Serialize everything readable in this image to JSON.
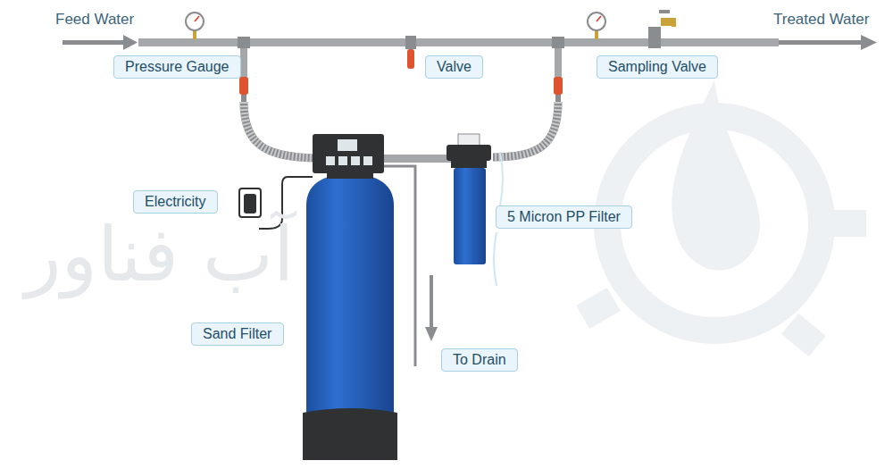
{
  "diagram": {
    "nodes": [
      {
        "text": [
          "Pressure Gauge"
        ]
      },
      {
        "text": [
          "Valve"
        ]
      },
      {
        "text": [
          "Sampling Valve"
        ]
      },
      {
        "text": [
          "Electricity"
        ]
      },
      {
        "text": [
          "5 Micron PP Filter"
        ]
      },
      {
        "text": [
          "Sand Filter"
        ]
      },
      {
        "text": [
          "To Drain"
        ]
      }
    ],
    "labels": [
      "Feed Water",
      "Treated Water",
      "آب فناور"
    ]
  }
}
